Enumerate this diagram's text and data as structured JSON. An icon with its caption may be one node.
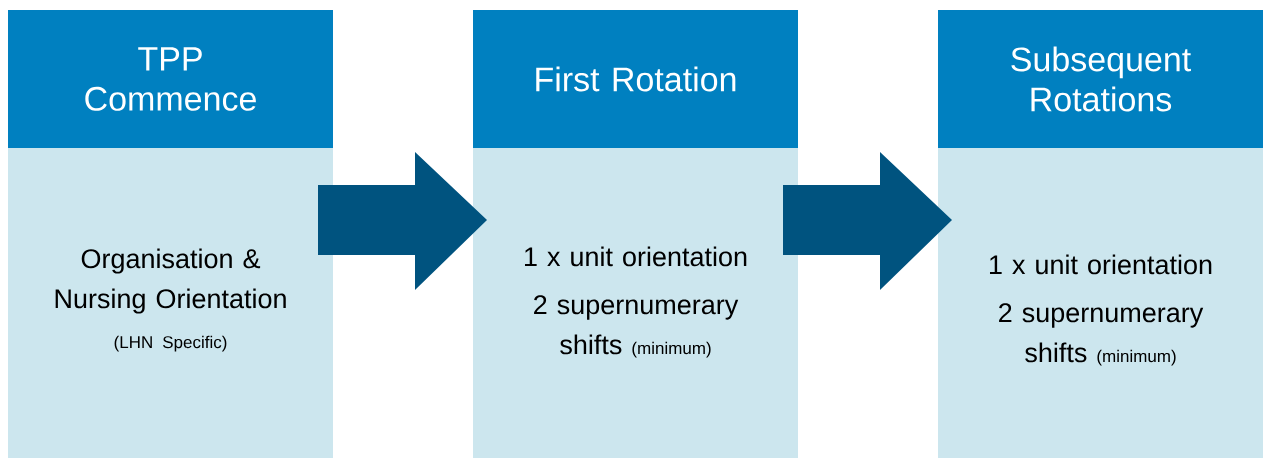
{
  "diagram": {
    "nodes": [
      {
        "text": [
          "TPP Commence",
          "Organisation & Nursing Orientation",
          "(LHN Specific)"
        ]
      },
      {
        "text": [
          "First Rotation",
          "1 x unit orientation",
          "2 supernumerary shifts",
          "(minimum)"
        ]
      },
      {
        "text": [
          "Subsequent Rotations",
          "1 x unit orientation",
          "2 supernumerary shifts",
          "(minimum)"
        ]
      }
    ],
    "edges": [
      {
        "from": 0,
        "to": 1,
        "arrow": "to"
      },
      {
        "from": 1,
        "to": 2,
        "arrow": "to"
      }
    ]
  }
}
